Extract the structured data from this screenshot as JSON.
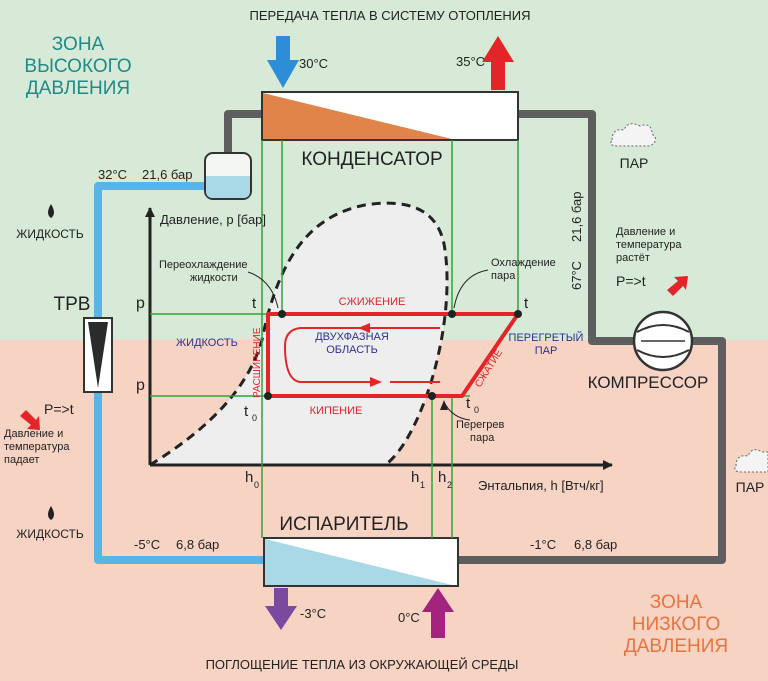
{
  "top_caption": "ПЕРЕДАЧА ТЕПЛА В СИСТЕМУ ОТОПЛЕНИЯ",
  "bottom_caption": "ПОГЛОЩЕНИЕ ТЕПЛА ИЗ ОКРУЖАЮЩЕЙ СРЕДЫ",
  "zones": {
    "high": [
      "ЗОНА",
      "ВЫСОКОГО",
      "ДАВЛЕНИЯ"
    ],
    "low": [
      "ЗОНА",
      "НИЗКОГО",
      "ДАВЛЕНИЯ"
    ],
    "high_color": "#d7ead7",
    "low_color": "#f7d3c4",
    "high_text_color": "#1f8a88",
    "low_text_color": "#e8743b"
  },
  "condenser": {
    "label": "КОНДЕНСАТОР",
    "in_temp": "30°C",
    "out_temp": "35°C",
    "fill_color": "#e0844a"
  },
  "evaporator": {
    "label": "ИСПАРИТЕЛЬ",
    "out_temp": "-3°C",
    "in_temp": "0°C",
    "fill_color": "#a9d8e6"
  },
  "left_line": {
    "receiver_temp": "32°C",
    "receiver_pressure": "21,6 бар",
    "liquid_top": "ЖИДКОСТЬ",
    "liquid_bottom": "ЖИДКОСТЬ",
    "trv": "ТРВ",
    "rule": "P=>t",
    "note": [
      "Давление и",
      "температура",
      "падает"
    ],
    "evap_temp": "-5°C",
    "evap_pressure": "6,8 бар"
  },
  "right_line": {
    "steam_top": "ПАР",
    "steam_bottom": "ПАР",
    "vertical_temp": "67°C",
    "vertical_pressure": "21,6 бар",
    "note": [
      "Давление и",
      "температура",
      "растёт"
    ],
    "rule": "P=>t",
    "compressor": "КОМПРЕССОР",
    "suction_temp": "-1°C",
    "suction_pressure": "6,8 бар"
  },
  "ph_chart": {
    "y_axis": "Давление, p [бар]",
    "x_axis": "Энтальпия, h [Втч/кг]",
    "p_high": "p",
    "p_low": "p",
    "t_top_left": "t",
    "t_top_right": "t",
    "t0_left": "t",
    "t0_right": "t",
    "t0_sub": "0",
    "h0": "h",
    "h0_sub": "0",
    "h1": "h",
    "h1_sub": "1",
    "h2": "h",
    "h2_sub": "2",
    "subcooling": [
      "Переохлаждение",
      "жидкости"
    ],
    "vapour_cooling": [
      "Охлаждение",
      "пара"
    ],
    "superheat": [
      "Перегрев",
      "пара"
    ],
    "condensation": "СЖИЖЕНИЕ",
    "boiling": "КИПЕНИЕ",
    "expansion": "РАСШИРЕНИЕ",
    "compression": "СЖАТИЕ",
    "liquid": "ЖИДКОСТЬ",
    "two_phase": [
      "ДВУХФАЗНАЯ",
      "ОБЛАСТЬ"
    ],
    "superheated": [
      "ПЕРЕГРЕТЫЙ",
      "ПАР"
    ]
  },
  "colors": {
    "liquid_pipe": "#5ab4e6",
    "gas_pipe": "#5e5e5e",
    "cycle": "#e32428",
    "guide": "#2ea43a",
    "arrow_in_hot": "#2d8dd6",
    "arrow_out_hot": "#e32428",
    "arrow_out_cold": "#7a4a9e",
    "arrow_in_cold": "#a3237f",
    "label_blue": "#2e3192"
  }
}
